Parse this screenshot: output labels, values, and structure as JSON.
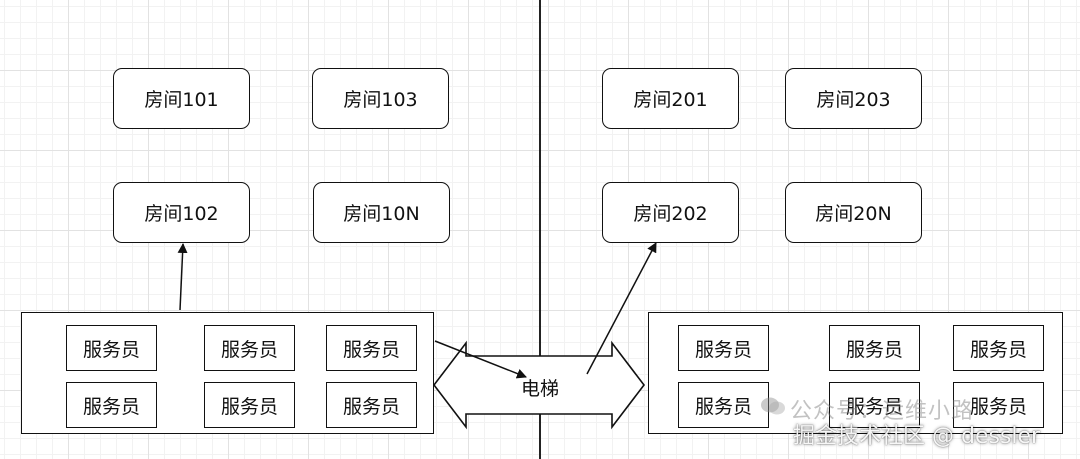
{
  "rooms": {
    "r101": "房间101",
    "r103": "房间103",
    "r102": "房间102",
    "r10n": "房间10N",
    "r201": "房间201",
    "r203": "房间203",
    "r202": "房间202",
    "r20n": "房间20N"
  },
  "waiter_label": "服务员",
  "elevator_label": "电梯",
  "watermark": {
    "account": "公众号：运维小路",
    "site": "掘金技术社区 @ dessler"
  }
}
